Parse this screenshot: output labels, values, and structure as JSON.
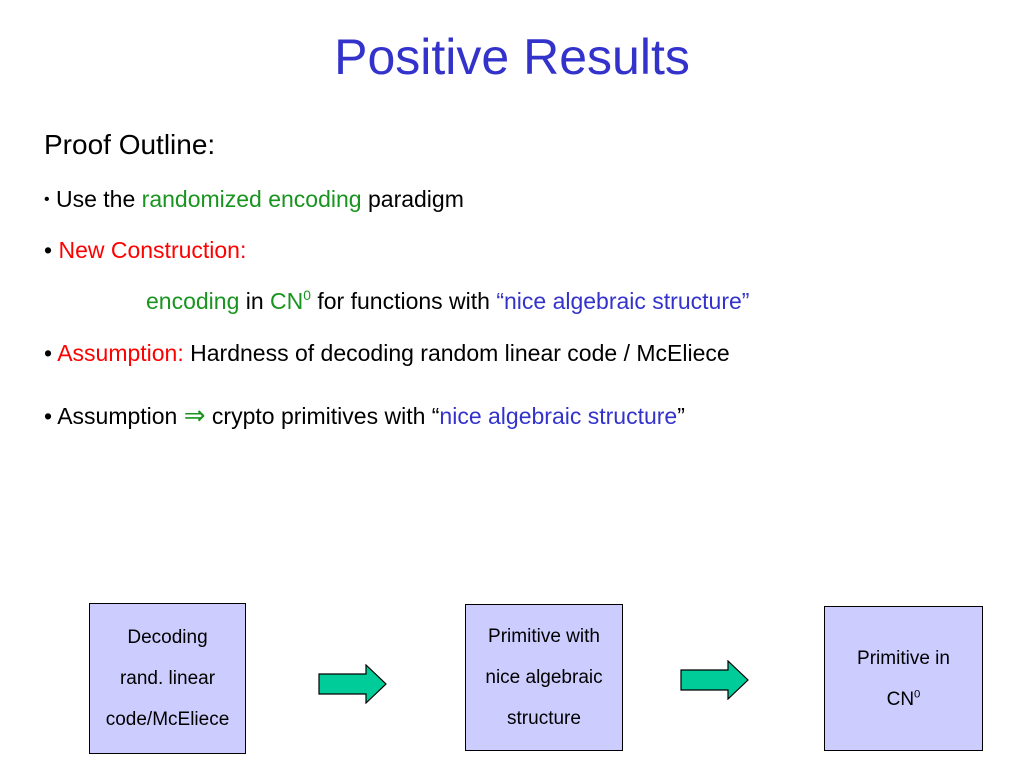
{
  "slide": {
    "title": "Positive Results",
    "outline_heading": "Proof Outline:",
    "bullet": "•",
    "line1": {
      "text_a": "Use the ",
      "highlight": "randomized encoding",
      "text_b": " paradigm"
    },
    "line2": {
      "highlight": "New Construction:"
    },
    "line3": {
      "encoding": "encoding",
      "in": " in ",
      "cn": "CN",
      "sup": "0",
      "middle": " for functions with ",
      "quote": "“nice algebraic structure”"
    },
    "line4": {
      "label": "Assumption:",
      "text": " Hardness of decoding random linear code / McEliece"
    },
    "line5": {
      "text_a": "Assumption ",
      "implies": "⇒",
      "text_b": " crypto primitives with “",
      "highlight": "nice algebraic structure",
      "text_c": "”"
    }
  },
  "flow": {
    "box1": {
      "line1": "Decoding",
      "line2": "rand. linear",
      "line3": "code/McEliece"
    },
    "box2": {
      "line1": "Primitive with",
      "line2": "nice algebraic",
      "line3": "structure"
    },
    "box3": {
      "line1": "Primitive in",
      "line2": "CN",
      "sup": "0"
    }
  },
  "colors": {
    "title": "#3333cc",
    "green": "#1a9420",
    "red": "#ff0000",
    "blue": "#3333cc",
    "box_fill": "#ccccff",
    "arrow_fill": "#00cc99"
  }
}
